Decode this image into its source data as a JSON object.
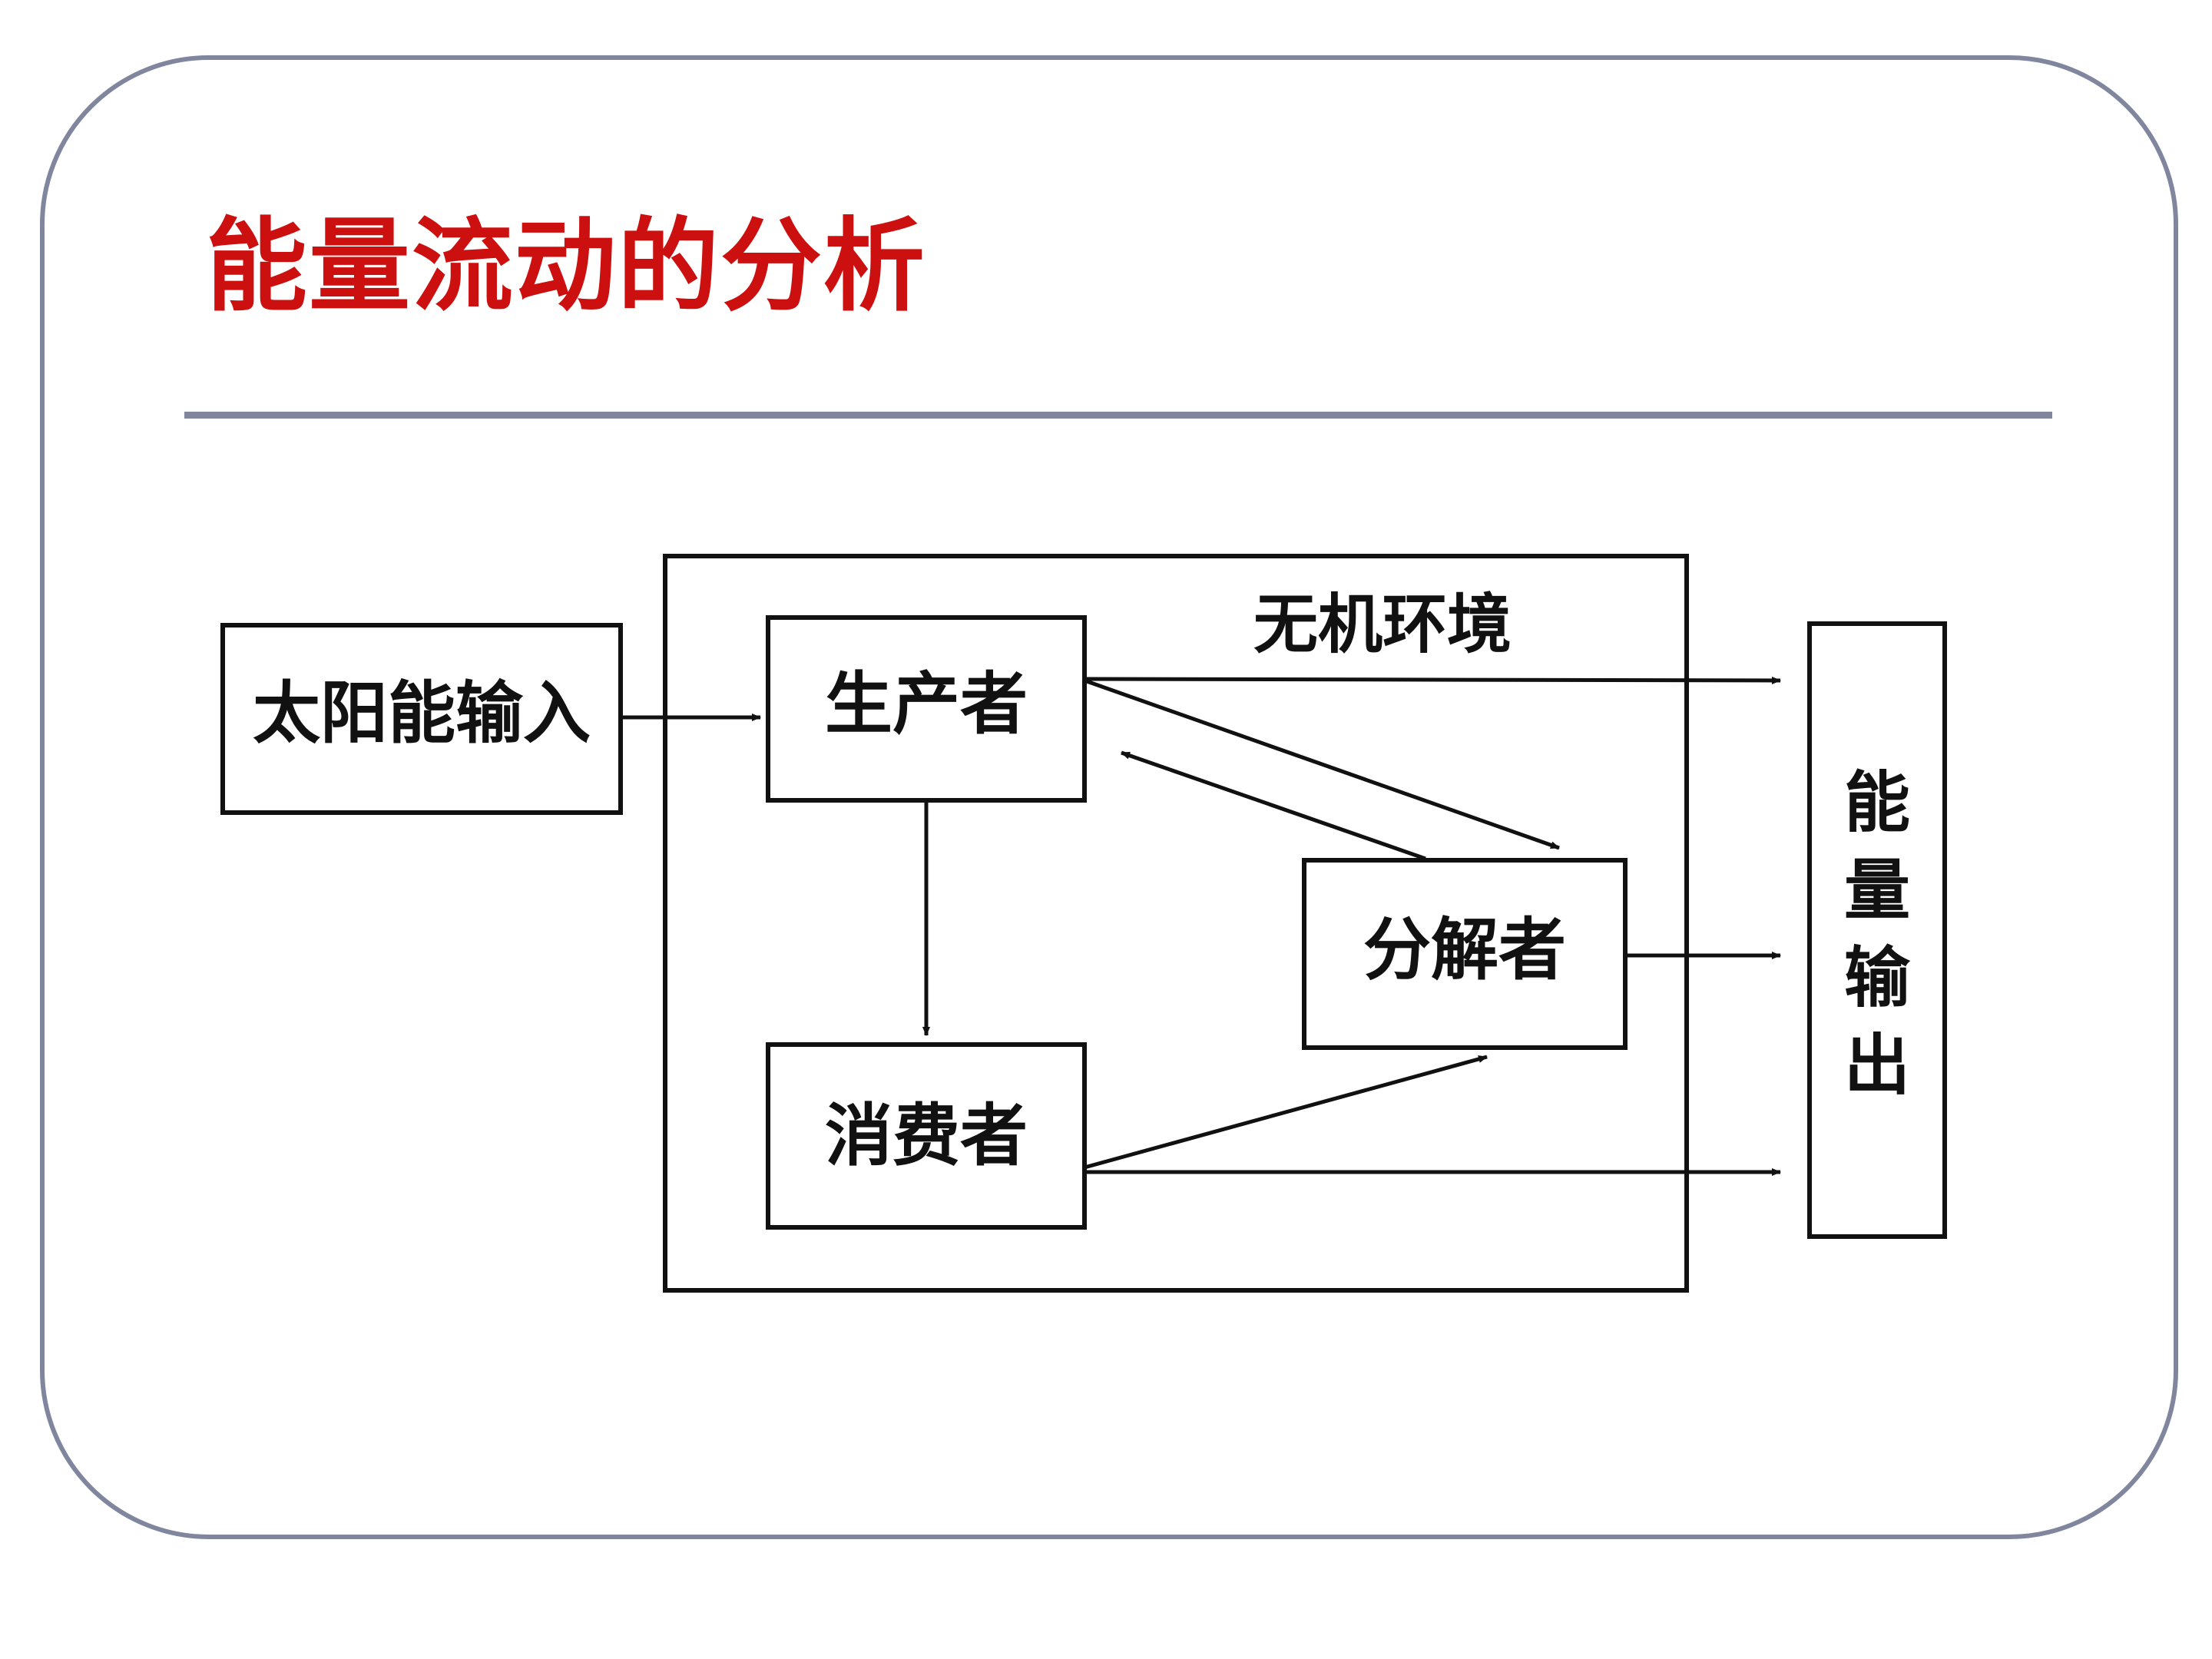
{
  "slide": {
    "title": "能量流动的分析"
  },
  "diagram": {
    "solar_input": "太阳能输入",
    "environment": "无机环境",
    "producer": "生产者",
    "consumer": "消费者",
    "decomposer": "分解者",
    "energy_output": [
      "能",
      "量",
      "输",
      "出"
    ]
  },
  "colors": {
    "title": "#cc1010",
    "frame": "#7f869e",
    "ink": "#111111"
  }
}
